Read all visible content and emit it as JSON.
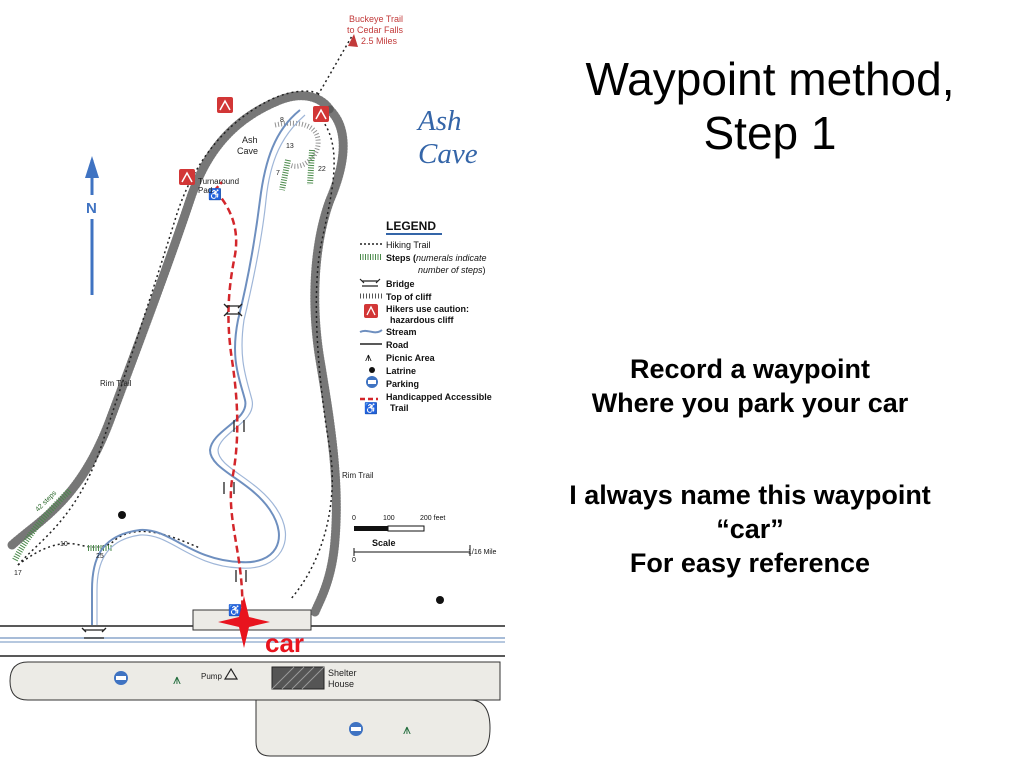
{
  "slide": {
    "title_lines": [
      "Waypoint method,",
      "Step 1"
    ],
    "instructions": [
      "Record a waypoint",
      "Where you park your car"
    ],
    "naming": [
      "I always name this waypoint",
      "“car”",
      "For easy reference"
    ]
  },
  "map": {
    "trail_note": [
      "Buckeye Trail",
      "to Cedar Falls",
      "2.5 Miles"
    ],
    "cave_name": [
      "Ash",
      "Cave"
    ],
    "cave_label": [
      "Ash",
      "Cave"
    ],
    "turnaround_label": [
      "Turnaround",
      "Pad"
    ],
    "rim_trail_label": "Rim Trail",
    "north_label": "N",
    "step_counts": [
      "8",
      "13",
      "7",
      "22",
      "42 steps",
      "10",
      "25",
      "17"
    ],
    "legend": {
      "title": "LEGEND",
      "items": [
        {
          "label": "Hiking Trail"
        },
        {
          "label": "Steps (",
          "label_italic": "numerals indicate",
          "label2_italic": "number of steps",
          "label_end": ")"
        },
        {
          "label": "Bridge"
        },
        {
          "label": "Top of cliff"
        },
        {
          "label": "Hikers use caution:",
          "label2": "hazardous cliff"
        },
        {
          "label": "Stream"
        },
        {
          "label": "Road"
        },
        {
          "label": "Picnic Area"
        },
        {
          "label": "Latrine"
        },
        {
          "label": "Parking"
        },
        {
          "label": "Handicapped Accessible",
          "label2": "Trail"
        }
      ]
    },
    "scale": {
      "ticks_feet": [
        "0",
        "100",
        "200 feet"
      ],
      "label": "Scale",
      "ticks_mile": [
        "0",
        "1/16 Mile"
      ]
    },
    "pump_label": "Pump",
    "shelter_label": [
      "Shelter",
      "House"
    ],
    "marker_label": "car",
    "colors": {
      "marker": "#e8141e",
      "accessible_trail": "#d3262b",
      "stream": "#6e8fbf",
      "north_arrow": "#3f73c2",
      "cave_title": "#3465a8",
      "hazard": "#d23636"
    }
  }
}
